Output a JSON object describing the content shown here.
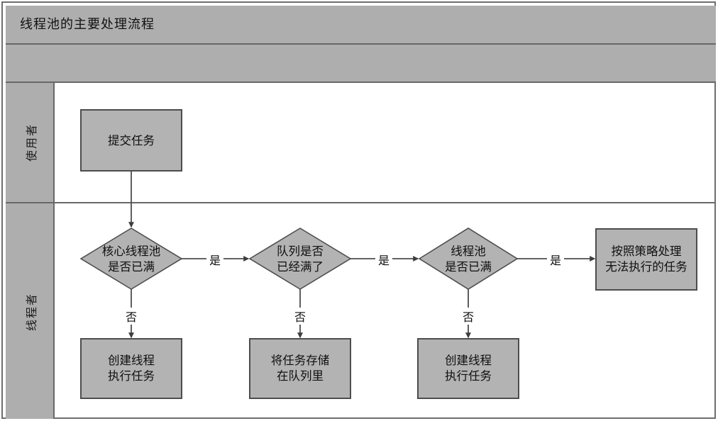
{
  "header": {
    "title": "线程池的主要处理流程"
  },
  "lanes": [
    {
      "label": "使用者"
    },
    {
      "label": "线程者"
    }
  ],
  "nodes": {
    "submit_task": {
      "label": "提交任务"
    },
    "core_pool_full": {
      "line1": "核心线程池",
      "line2": "是否已满"
    },
    "queue_full": {
      "line1": "队列是否",
      "line2": "已经满了"
    },
    "pool_full": {
      "line1": "线程池",
      "line2": "是否已满"
    },
    "reject_policy": {
      "line1": "按照策略处理",
      "line2": "无法执行的任务"
    },
    "create_thread_1": {
      "line1": "创建线程",
      "line2": "执行任务"
    },
    "store_in_queue": {
      "line1": "将任务存储",
      "line2": "在队列里"
    },
    "create_thread_2": {
      "line1": "创建线程",
      "line2": "执行任务"
    }
  },
  "edge_labels": {
    "yes": "是",
    "no": "否"
  },
  "colors": {
    "lane_fill": "#aeaeae",
    "node_fill": "#b3b3b3",
    "lane_border": "#686868",
    "node_border": "#4d4d4d",
    "arrow": "#4d4d4d",
    "background": "#ffffff"
  }
}
